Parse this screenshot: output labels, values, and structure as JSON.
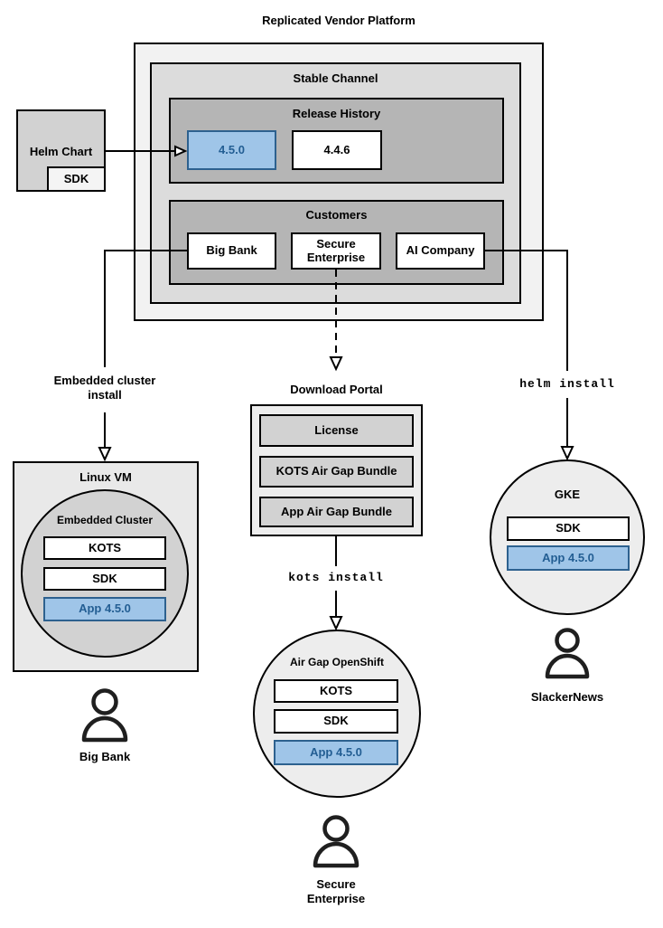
{
  "title": "Replicated Vendor Platform",
  "colors": {
    "highlight_fill": "#9fc5e8",
    "highlight_border": "#2d618f",
    "highlight_text": "#235e93",
    "line": "#000000"
  },
  "platform": {
    "stable_channel": "Stable Channel",
    "release_history": "Release History",
    "releases": [
      "4.5.0",
      "4.4.6"
    ],
    "highlighted_release": "4.5.0",
    "customers_title": "Customers",
    "customers": [
      "Big Bank",
      "Secure Enterprise",
      "AI Company"
    ]
  },
  "helm_chart": {
    "title": "Helm Chart",
    "sdk": "SDK"
  },
  "download_portal": {
    "title": "Download Portal",
    "items": [
      "License",
      "KOTS Air Gap Bundle",
      "App Air Gap Bundle"
    ]
  },
  "flows": {
    "embedded": {
      "label": "Embedded cluster install",
      "target": "Linux VM",
      "cluster": "Embedded Cluster",
      "components": [
        "KOTS",
        "SDK",
        "App 4.5.0"
      ],
      "user": "Big Bank"
    },
    "airgap": {
      "label": "kots install",
      "target": "Air Gap OpenShift",
      "components": [
        "KOTS",
        "SDK",
        "App 4.5.0"
      ],
      "user": "Secure Enterprise"
    },
    "helm": {
      "label": "helm install",
      "target": "GKE",
      "components": [
        "SDK",
        "App 4.5.0"
      ],
      "user": "SlackerNews"
    }
  }
}
